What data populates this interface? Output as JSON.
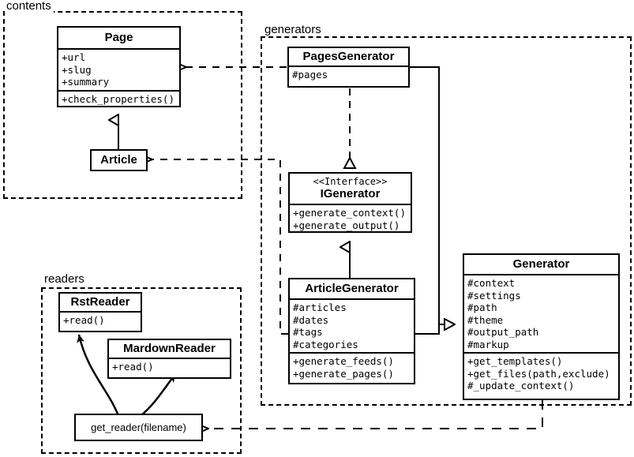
{
  "diagram": {
    "type": "uml-class-diagram",
    "background": "#ffffff",
    "line_color": "#000000"
  },
  "packages": [
    {
      "name": "contents",
      "label": "contents"
    },
    {
      "name": "generators",
      "label": "generators"
    },
    {
      "name": "readers",
      "label": "readers"
    }
  ],
  "classes": {
    "page": {
      "name": "Page",
      "attributes": [
        "+url",
        "+slug",
        "+summary"
      ],
      "methods": [
        "+check_properties()"
      ]
    },
    "article": {
      "name": "Article",
      "attributes": [],
      "methods": []
    },
    "pages_generator": {
      "name": "PagesGenerator",
      "attributes": [
        "#pages"
      ],
      "methods": []
    },
    "igenerator": {
      "stereotype": "<<Interface>>",
      "name": "IGenerator",
      "attributes": [],
      "methods": [
        "+generate_context()",
        "+generate_output()"
      ]
    },
    "article_generator": {
      "name": "ArticleGenerator",
      "attributes": [
        "#articles",
        "#dates",
        "#tags",
        "#categories"
      ],
      "methods": [
        "+generate_feeds()",
        "+generate_pages()"
      ]
    },
    "generator": {
      "name": "Generator",
      "attributes": [
        "#context",
        "#settings",
        "#path",
        "#theme",
        "#output_path",
        "#markup"
      ],
      "methods": [
        "+get_templates()",
        "+get_files(path,exclude)",
        "#_update_context()"
      ]
    },
    "get_reader": {
      "name": "get_reader(filename)"
    },
    "rst_reader": {
      "name": "RstReader",
      "methods": [
        "+read()"
      ]
    },
    "mardown_reader": {
      "name": "MardownReader",
      "methods": [
        "+read()"
      ]
    }
  },
  "relationships": [
    {
      "name": "article-generalizes-page",
      "kind": "generalization",
      "from": "Article",
      "to": "Page"
    },
    {
      "name": "pagesgenerator-realizes-igenerator",
      "kind": "realization",
      "from": "PagesGenerator",
      "to": "IGenerator"
    },
    {
      "name": "articlegenerator-generalizes-igenerator",
      "kind": "generalization",
      "from": "ArticleGenerator",
      "to": "IGenerator"
    },
    {
      "name": "pagesgenerator-generalizes-generator",
      "kind": "generalization",
      "from": "PagesGenerator",
      "to": "Generator"
    },
    {
      "name": "articlegenerator-generalizes-generator",
      "kind": "generalization",
      "from": "ArticleGenerator",
      "to": "Generator"
    },
    {
      "name": "pagesgenerator-depends-page",
      "kind": "dependency",
      "from": "PagesGenerator",
      "to": "Page"
    },
    {
      "name": "articlegenerator-depends-article",
      "kind": "dependency",
      "from": "ArticleGenerator",
      "to": "Article"
    },
    {
      "name": "generator-depends-get_reader",
      "kind": "dependency",
      "from": "Generator",
      "to": "get_reader(filename)"
    },
    {
      "name": "get_reader-creates-rstreader",
      "kind": "association",
      "from": "get_reader(filename)",
      "to": "RstReader"
    },
    {
      "name": "get_reader-creates-mardownreader",
      "kind": "association",
      "from": "get_reader(filename)",
      "to": "MardownReader"
    }
  ]
}
